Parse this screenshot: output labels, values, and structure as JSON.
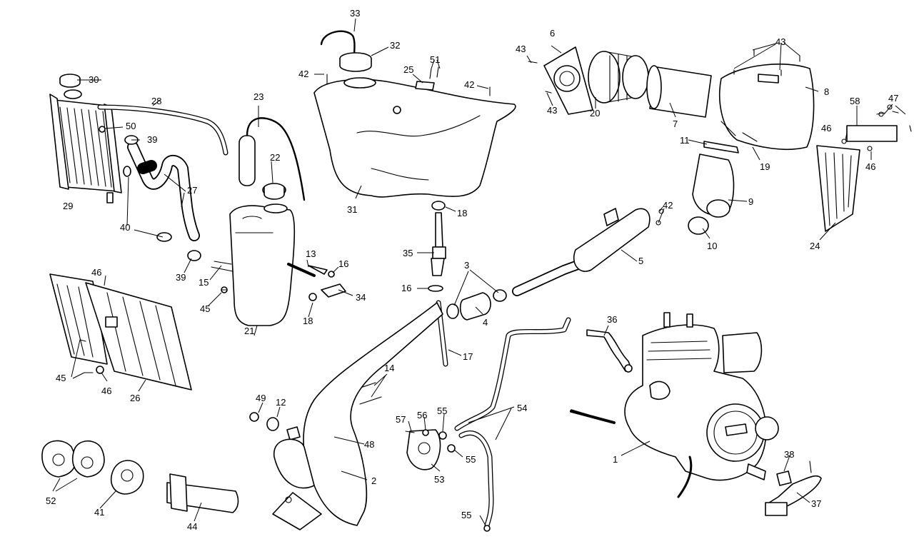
{
  "callouts": [
    {
      "id": "c1",
      "text": "1"
    },
    {
      "id": "c2",
      "text": "2"
    },
    {
      "id": "c3",
      "text": "3"
    },
    {
      "id": "c4",
      "text": "4"
    },
    {
      "id": "c5",
      "text": "5"
    },
    {
      "id": "c6",
      "text": "6"
    },
    {
      "id": "c7",
      "text": "7"
    },
    {
      "id": "c8",
      "text": "8"
    },
    {
      "id": "c9",
      "text": "9"
    },
    {
      "id": "c10",
      "text": "10"
    },
    {
      "id": "c11",
      "text": "11"
    },
    {
      "id": "c12",
      "text": "12"
    },
    {
      "id": "c13",
      "text": "13"
    },
    {
      "id": "c14",
      "text": "14"
    },
    {
      "id": "c15",
      "text": "15"
    },
    {
      "id": "c16a",
      "text": "16"
    },
    {
      "id": "c16b",
      "text": "16"
    },
    {
      "id": "c17",
      "text": "17"
    },
    {
      "id": "c18a",
      "text": "18"
    },
    {
      "id": "c18b",
      "text": "18"
    },
    {
      "id": "c19",
      "text": "19"
    },
    {
      "id": "c20",
      "text": "20"
    },
    {
      "id": "c21",
      "text": "21"
    },
    {
      "id": "c22",
      "text": "22"
    },
    {
      "id": "c23",
      "text": "23"
    },
    {
      "id": "c24",
      "text": "24"
    },
    {
      "id": "c25",
      "text": "25"
    },
    {
      "id": "c26",
      "text": "26"
    },
    {
      "id": "c27",
      "text": "27"
    },
    {
      "id": "c28",
      "text": "28"
    },
    {
      "id": "c29",
      "text": "29"
    },
    {
      "id": "c30",
      "text": "30"
    },
    {
      "id": "c31",
      "text": "31"
    },
    {
      "id": "c32",
      "text": "32"
    },
    {
      "id": "c33",
      "text": "33"
    },
    {
      "id": "c34",
      "text": "34"
    },
    {
      "id": "c35",
      "text": "35"
    },
    {
      "id": "c36",
      "text": "36"
    },
    {
      "id": "c37",
      "text": "37"
    },
    {
      "id": "c38",
      "text": "38"
    },
    {
      "id": "c39a",
      "text": "39"
    },
    {
      "id": "c39b",
      "text": "39"
    },
    {
      "id": "c40",
      "text": "40"
    },
    {
      "id": "c41",
      "text": "41"
    },
    {
      "id": "c42a",
      "text": "42"
    },
    {
      "id": "c42b",
      "text": "42"
    },
    {
      "id": "c42c",
      "text": "42"
    },
    {
      "id": "c43a",
      "text": "43"
    },
    {
      "id": "c43b",
      "text": "43"
    },
    {
      "id": "c43c",
      "text": "43"
    },
    {
      "id": "c44",
      "text": "44"
    },
    {
      "id": "c45a",
      "text": "45"
    },
    {
      "id": "c45b",
      "text": "45"
    },
    {
      "id": "c46a",
      "text": "46"
    },
    {
      "id": "c46b",
      "text": "46"
    },
    {
      "id": "c46c",
      "text": "46"
    },
    {
      "id": "c46d",
      "text": "46"
    },
    {
      "id": "c47",
      "text": "47"
    },
    {
      "id": "c48",
      "text": "48"
    },
    {
      "id": "c49",
      "text": "49"
    },
    {
      "id": "c50",
      "text": "50"
    },
    {
      "id": "c51",
      "text": "51"
    },
    {
      "id": "c52",
      "text": "52"
    },
    {
      "id": "c53",
      "text": "53"
    },
    {
      "id": "c54",
      "text": "54"
    },
    {
      "id": "c55a",
      "text": "55"
    },
    {
      "id": "c55b",
      "text": "55"
    },
    {
      "id": "c55c",
      "text": "55"
    },
    {
      "id": "c56",
      "text": "56"
    },
    {
      "id": "c57",
      "text": "57"
    },
    {
      "id": "c58",
      "text": "58"
    }
  ],
  "colors": {
    "line": "#000000",
    "background": "#ffffff"
  }
}
